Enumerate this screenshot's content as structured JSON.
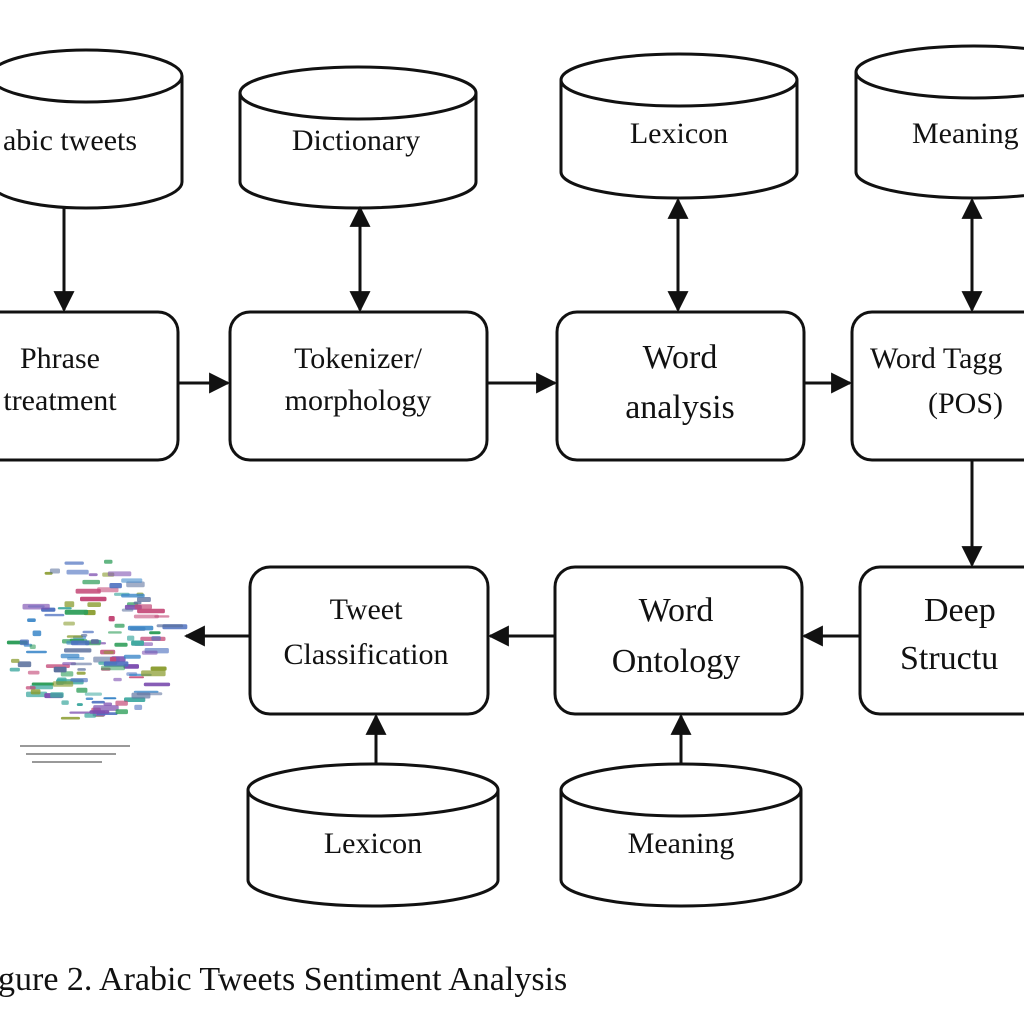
{
  "colors": {
    "stroke": "#111111",
    "background": "#ffffff",
    "cloud_words": [
      "#3a86c8",
      "#2f9e5a",
      "#7d4fb0",
      "#c44a78",
      "#5a6f9c",
      "#40a9a0",
      "#8a9c2f",
      "#4c6fbf"
    ]
  },
  "databases": {
    "arabic_tweets": "abic tweets",
    "dictionary": "Dictionary",
    "lexicon_top": "Lexicon",
    "meaning_top": "Meaning",
    "lexicon_bottom": "Lexicon",
    "meaning_bottom": "Meaning"
  },
  "processes": {
    "phrase_treatment": [
      "Phrase",
      "treatment"
    ],
    "tokenizer": [
      "Tokenizer/",
      "morphology"
    ],
    "word_analysis": [
      "Word",
      "analysis"
    ],
    "word_tagging": [
      "Word Tagg",
      "(POS)"
    ],
    "deep_structure": [
      "Deep",
      "Structu"
    ],
    "word_ontology": [
      "Word",
      "Ontology"
    ],
    "tweet_classification": [
      "Tweet",
      "Classification"
    ]
  },
  "word_cloud": {
    "icon": "arabic-word-cloud-icon"
  },
  "caption": "gure 2. Arabic Tweets Sentiment Analysis"
}
